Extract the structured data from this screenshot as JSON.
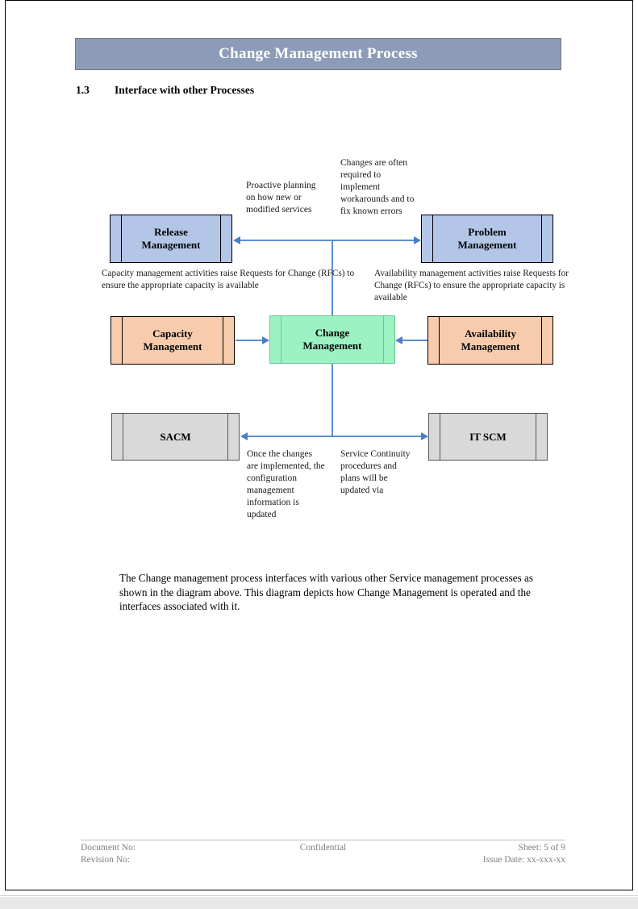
{
  "page": {
    "header_title": "Change Management Process",
    "section_number": "1.3",
    "section_title": "Interface with other Processes"
  },
  "colors": {
    "header_banner": "#8c9cb8",
    "box_blue": "#b4c6e7",
    "box_orange": "#f7cbac",
    "box_green": "#9cf2c2",
    "box_gray": "#d9d9d9",
    "connector": "#5b8fd4",
    "footer_text": "#808080"
  },
  "diagram": {
    "boxes": [
      {
        "id": "release",
        "label": "Release\nManagement",
        "label_line1": "Release",
        "label_line2": "Management",
        "fill": "blue"
      },
      {
        "id": "problem",
        "label": "Problem\nManagement",
        "label_line1": "Problem",
        "label_line2": "Management",
        "fill": "blue"
      },
      {
        "id": "capacity",
        "label": "Capacity\nManagement",
        "label_line1": "Capacity",
        "label_line2": "Management",
        "fill": "orange"
      },
      {
        "id": "change",
        "label": "Change\nManagement",
        "label_line1": "Change",
        "label_line2": "Management",
        "fill": "green"
      },
      {
        "id": "availability",
        "label": "Availability\nManagement",
        "label_line1": "Availability",
        "label_line2": "Management",
        "fill": "orange"
      },
      {
        "id": "sacm",
        "label": "SACM",
        "label_line1": "SACM",
        "label_line2": "",
        "fill": "gray"
      },
      {
        "id": "itscm",
        "label": "IT SCM",
        "label_line1": "IT SCM",
        "label_line2": "",
        "fill": "gray"
      }
    ],
    "annotations": {
      "proactive": "Proactive planning on how new or modified services",
      "changes": "Changes are often required to implement workarounds and to fix known errors",
      "capacity_note": "Capacity management activities raise Requests for Change (RFCs) to ensure the appropriate capacity is available",
      "availability_note": "Availability management activities raise Requests for Change (RFCs) to ensure the appropriate capacity is available",
      "once_changes": "Once the changes are implemented, the configuration management information is updated",
      "service_continuity": "Service Continuity procedures and plans will be updated via"
    }
  },
  "body": {
    "paragraph": "The Change management process interfaces with various other Service management processes as shown in the diagram above. This diagram depicts how Change Management is operated and the interfaces associated with it."
  },
  "footer": {
    "document_no": "Document No:",
    "revision_no": "Revision No:",
    "confidential": "Confidential",
    "sheet": "Sheet: 5 of 9",
    "issue_date": "Issue Date: xx-xxx-xx"
  }
}
